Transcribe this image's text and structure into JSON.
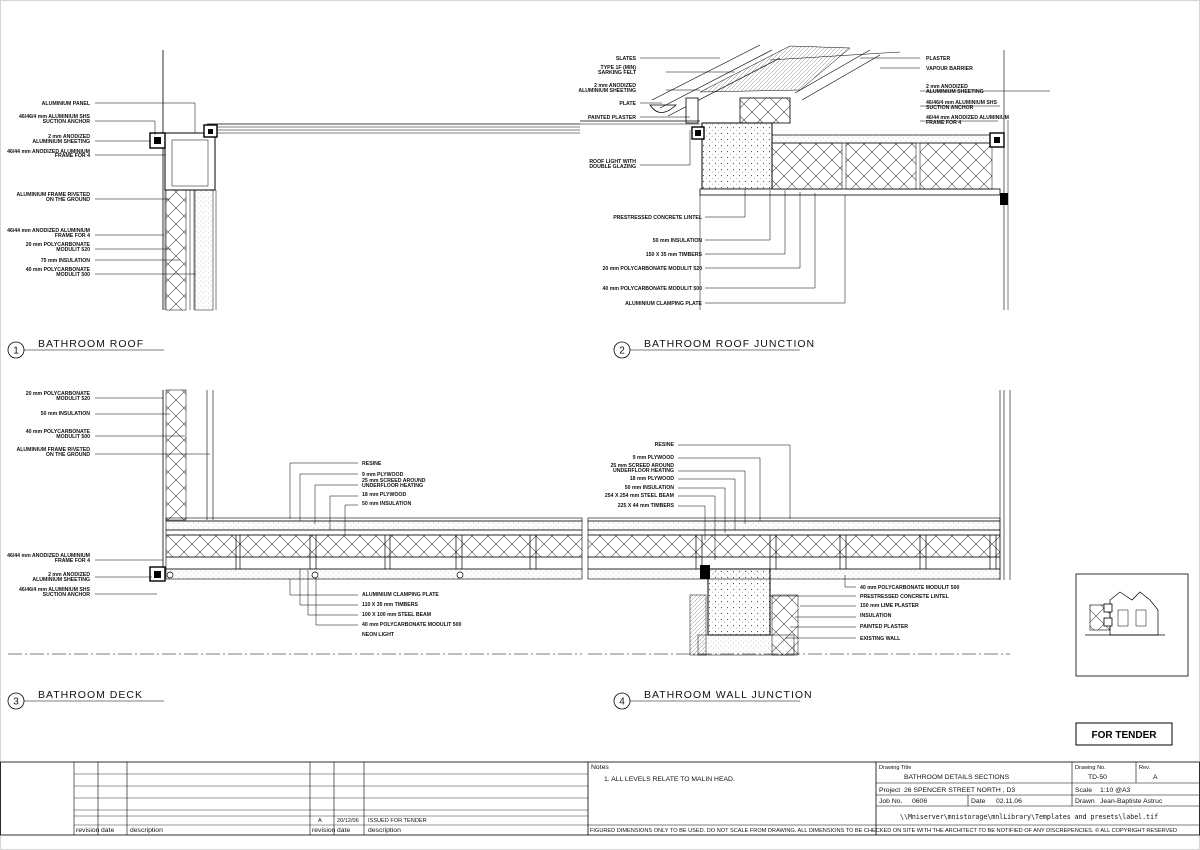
{
  "details": [
    {
      "number": "1",
      "title": "BATHROOM ROOF"
    },
    {
      "number": "2",
      "title": "BATHROOM ROOF JUNCTION"
    },
    {
      "number": "3",
      "title": "BATHROOM DECK"
    },
    {
      "number": "4",
      "title": "BATHROOM WALL JUNCTION"
    }
  ],
  "labels": {
    "roof_left": [
      "ALUMINIUM PANEL",
      "46/46/4 mm ALUMINIUM SHS",
      "SUCTION ANCHOR",
      "2 mm ANODIZED",
      "ALUMINIUM SHEETING",
      "46/44 mm ANODIZED ALUMINIUM",
      "FRAME FOR 4",
      "ALUMINIUM FRAME RIVETED",
      "ON THE GROUND",
      "46/44 mm ANODIZED ALUMINIUM",
      "FRAME FOR 4",
      "20 mm POLYCARBONATE",
      "MODULIT 520",
      "75 mm INSULATION",
      "40 mm POLYCARBONATE",
      "MODULIT 500"
    ],
    "junction_left": [
      "SLATES",
      "TYPE 1F (MIN)",
      "SARKING FELT",
      "2 mm ANODIZED",
      "ALUMINIUM SHEETING",
      "PLATE",
      "PAINTED PLASTER",
      "ROOF LIGHT WITH",
      "DOUBLE GLAZING"
    ],
    "junction_bottom": [
      "PRESTRESSED CONCRETE LINTEL",
      "50 mm INSULATION",
      "150 X 35 mm TIMBERS",
      "20 mm POLYCARBONATE MODULIT 520",
      "40 mm POLYCARBONATE MODULIT 500",
      "ALUMINIUM CLAMPING PLATE"
    ],
    "junction_right": [
      "PLASTER",
      "VAPOUR BARRIER",
      "2 mm ANODIZED",
      "ALUMINIUM SHEETING",
      "46/46/4 mm ALUMINIUM SHS",
      "SUCTION ANCHOR",
      "46/44 mm ANODIZED ALUMINIUM",
      "FRAME FOR 4"
    ],
    "deck_left": [
      "20 mm POLYCARBONATE",
      "MODULIT 520",
      "50 mm INSULATION",
      "40 mm POLYCARBONATE",
      "MODULIT 500",
      "ALUMINIUM FRAME RIVETED",
      "ON THE GROUND",
      "46/44 mm ANODIZED ALUMINIUM",
      "FRAME FOR 4",
      "2 mm ANODIZED",
      "ALUMINIUM SHEETING",
      "46/46/4 mm ALUMINIUM SHS",
      "SUCTION ANCHOR"
    ],
    "deck_top": [
      "RESINE",
      "9 mm PLYWOOD",
      "25 mm SCREED AROUND",
      "UNDERFLOOR HEATING",
      "18 mm PLYWOOD",
      "50 mm INSULATION"
    ],
    "deck_bottom": [
      "ALUMINIUM CLAMPING PLATE",
      "110 X 35 mm TIMBERS",
      "100 X 100 mm STEEL BEAM",
      "40 mm POLYCARBONATE MODULIT 500",
      "NEON LIGHT"
    ],
    "wall_top": [
      "RESINE",
      "9 mm PLYWOOD",
      "25 mm SCREED AROUND",
      "UNDERFLOOR HEATING",
      "18 mm PLYWOOD",
      "50 mm INSULATION",
      "254 X 254 mm STEEL BEAM",
      "225 X 44 mm TIMBERS"
    ],
    "wall_right": [
      "40 mm POLYCARBONATE MODULIT 500",
      "PRESTRESSED CONCRETE LINTEL",
      "150 mm LIME PLASTER",
      "INSULATION",
      "PAINTED PLASTER",
      "EXISTING WALL"
    ]
  },
  "stamp": "FOR TENDER",
  "revisions": {
    "headers": [
      "revision",
      "date",
      "description"
    ],
    "rows": [
      {
        "revision": "A",
        "date": "20/12/06",
        "description": "ISSUED FOR TENDER"
      }
    ]
  },
  "notes": {
    "heading": "Notes",
    "items": [
      "1.  ALL LEVELS RELATE TO MALIN HEAD."
    ]
  },
  "title_block": {
    "drawing_title_label": "Drawing Title",
    "drawing_title": "BATHROOM DETAILS SECTIONS",
    "drawing_no_label": "Drawing No.",
    "drawing_no": "TD-50",
    "rev_label": "Rev.",
    "rev": "A",
    "project_label": "Project",
    "project": "26 SPENCER STREET NORTH , D3",
    "scale_label": "Scale",
    "scale": "1:10 @A3",
    "job_no_label": "Job No.",
    "job_no": "0606",
    "date_label": "Date",
    "date": "02.11.06",
    "drawn_label": "Drawn",
    "drawn": "Jean-Baptiste Astruc",
    "path": "\\\\Mniserver\\mnistorage\\mnlLibrary\\Templates and presets\\label.tif"
  },
  "disclaimer": "FIGURED DIMENSIONS ONLY TO BE USED. DO NOT SCALE FROM DRAWING. ALL DIMENSIONS TO BE CHECKED ON SITE WITH THE ARCHITECT TO BE NOTIFIED OF ANY DISCREPENCIES. © ALL COPYRIGHT RESERVED"
}
